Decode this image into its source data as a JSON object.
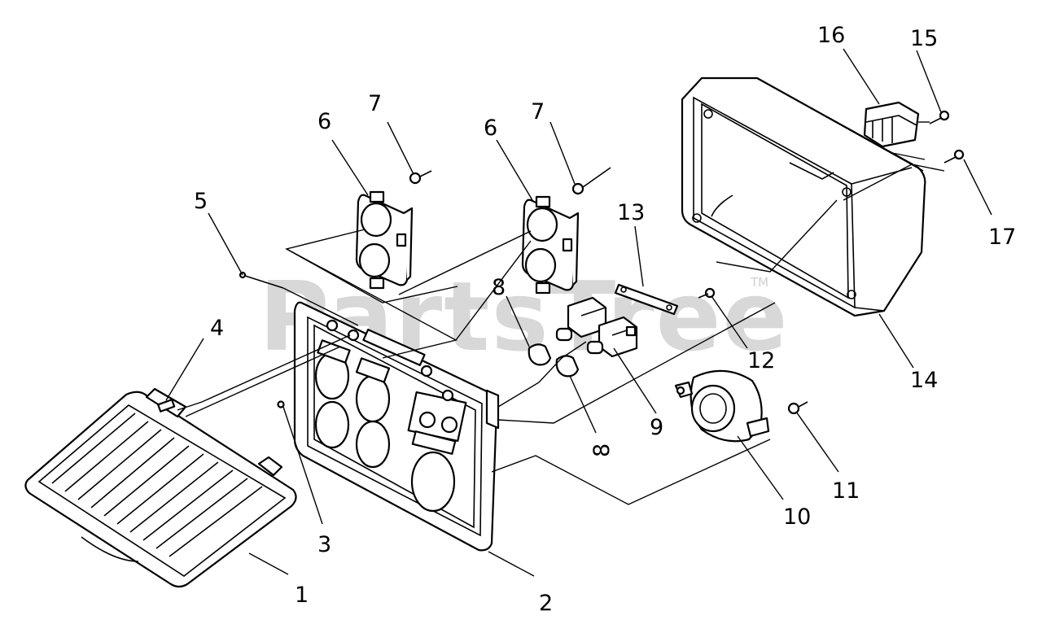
{
  "watermark": {
    "text": "PartsTree",
    "trademark": "TM"
  },
  "callouts": {
    "c1": "1",
    "c2": "2",
    "c3": "3",
    "c4": "4",
    "c5": "5",
    "c6a": "6",
    "c6b": "6",
    "c7a": "7",
    "c7b": "7",
    "c8a": "8",
    "c8b": "8",
    "c9": "9",
    "c10": "10",
    "c11": "11",
    "c12": "12",
    "c13": "13",
    "c14": "14",
    "c15": "15",
    "c16": "16",
    "c17": "17"
  },
  "colors": {
    "line": "#000000",
    "background": "#ffffff",
    "watermark": "#d8d8d8"
  }
}
